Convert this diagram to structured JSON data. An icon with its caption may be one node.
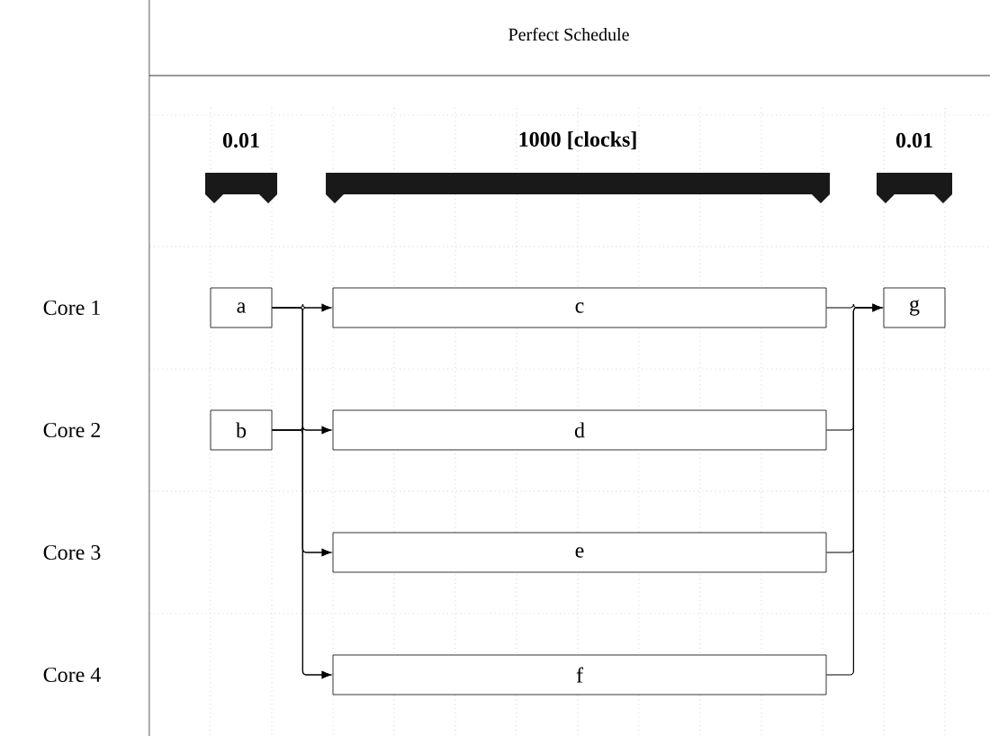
{
  "diagram": {
    "title": "Perfect Schedule",
    "nodes": [
      {
        "text": [
          "0.01"
        ]
      },
      {
        "text": [
          "1000 [clocks]"
        ]
      },
      {
        "text": [
          "0.01"
        ]
      },
      {
        "text": [
          "a"
        ]
      },
      {
        "text": [
          "b"
        ]
      },
      {
        "text": [
          "c"
        ]
      },
      {
        "text": [
          "d"
        ]
      },
      {
        "text": [
          "e"
        ]
      },
      {
        "text": [
          "f"
        ]
      },
      {
        "text": [
          "g"
        ]
      }
    ],
    "edges": [
      {
        "from": 3,
        "to": 5,
        "arrow": "to"
      },
      {
        "from": 3,
        "to": 6,
        "arrow": "to"
      },
      {
        "from": 3,
        "to": 7,
        "arrow": "to"
      },
      {
        "from": 3,
        "to": 8,
        "arrow": "to"
      },
      {
        "from": 4,
        "to": 5,
        "arrow": "to"
      },
      {
        "from": 4,
        "to": 6,
        "arrow": "to"
      },
      {
        "from": 4,
        "to": 7,
        "arrow": "to"
      },
      {
        "from": 4,
        "to": 8,
        "arrow": "to"
      },
      {
        "from": 5,
        "to": 9,
        "arrow": "to"
      },
      {
        "from": 6,
        "to": 9,
        "arrow": "to"
      },
      {
        "from": 7,
        "to": 9,
        "arrow": "to"
      },
      {
        "from": 8,
        "to": 9,
        "arrow": "to"
      }
    ],
    "labels": [
      "Core 1",
      "Core 2",
      "Core 3",
      "Core 4"
    ]
  }
}
